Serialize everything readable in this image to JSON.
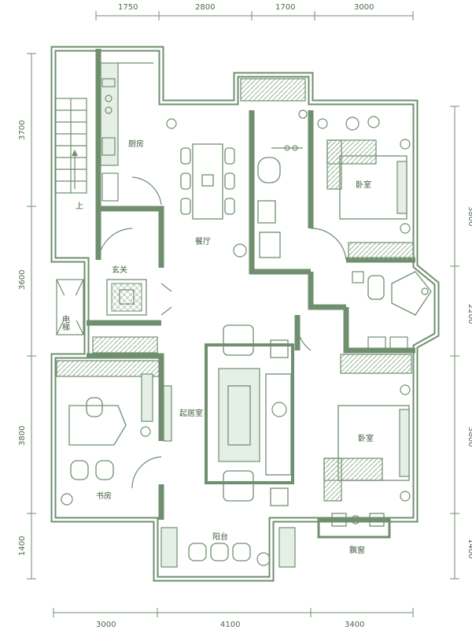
{
  "dimensions": {
    "top": [
      "1750",
      "2800",
      "1700",
      "3000"
    ],
    "bottom": [
      "3000",
      "4100",
      "3400"
    ],
    "left": [
      "3700",
      "3600",
      "3800",
      "1400"
    ],
    "right": [
      "3800",
      "2200",
      "3800",
      "1400"
    ]
  },
  "rooms": {
    "kitchen": "厨房",
    "dining": "餐厅",
    "foyer": "玄关",
    "elevator": "电梯",
    "living": "起居室",
    "study": "书房",
    "balcony": "阳台",
    "bedroom_top": "卧室",
    "bedroom_bottom": "卧室",
    "bay_window": "飘窗",
    "stair_up": "上"
  }
}
